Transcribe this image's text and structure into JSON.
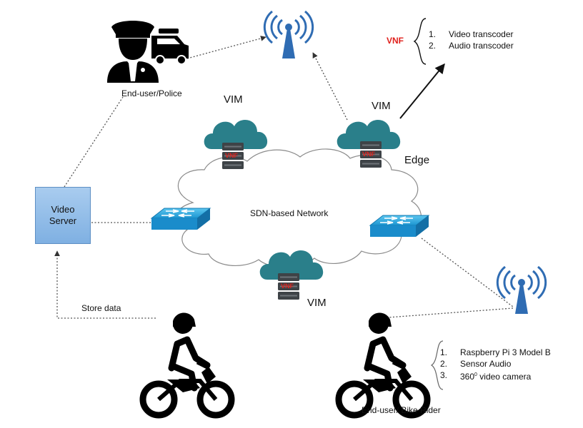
{
  "labels": {
    "police": "End-user/Police",
    "video_server": "Video\nServer",
    "network": "SDN-based Network",
    "vim_top": "VIM",
    "vim_edge": "VIM",
    "vim_bottom": "VIM",
    "edge": "Edge",
    "store_data": "Store data",
    "bike_rider": "End-user/ Bike Rider",
    "vnf_badge": "VNF"
  },
  "vnf_panel": {
    "title": "VNF",
    "items": [
      {
        "num": "1.",
        "text": "Video transcoder"
      },
      {
        "num": "2.",
        "text": "Audio transcoder"
      }
    ]
  },
  "device_list": {
    "items": [
      {
        "num": "1.",
        "text": "Raspberry Pi 3 Model B"
      },
      {
        "num": "2.",
        "text": "Sensor Audio"
      },
      {
        "num": "3.",
        "text": "360",
        "sup": "0",
        "tail": " video camera"
      }
    ]
  },
  "colors": {
    "cloud_teal": "#2a7f8a",
    "server_dark": "#3e4347",
    "switch_blue": "#1d9bd6",
    "antenna_blue": "#2f6cb3",
    "vnf_red": "#e0201b",
    "video_server_fill": "#8fbbe8"
  },
  "icons": [
    "police-officer-icon",
    "police-car-icon",
    "antenna-icon",
    "cloud-server-icon",
    "network-switch-icon",
    "motorbike-rider-icon"
  ]
}
